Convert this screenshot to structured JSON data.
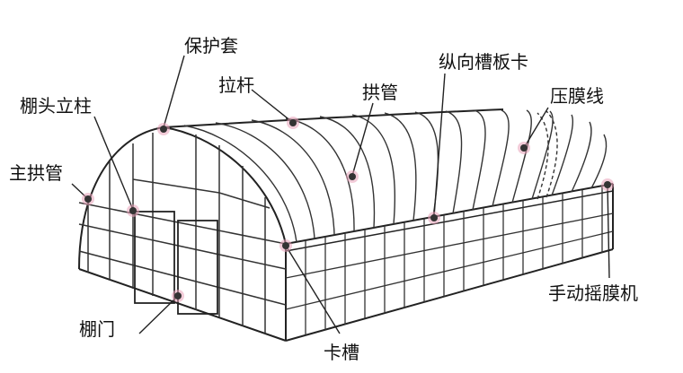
{
  "labels": {
    "protective_sleeve": "保护套",
    "tie_rod": "拉杆",
    "arch_pipe": "拱管",
    "longitudinal_clip": "纵向槽板卡",
    "film_wire": "压膜线",
    "end_column": "棚头立柱",
    "main_arch_pipe": "主拱管",
    "hand_film_roller": "手动摇膜机",
    "shed_door": "棚门",
    "clip_groove": "卡槽"
  },
  "colors": {
    "line": "#222222",
    "marker": "#333333",
    "marker_glow": "#e8a0b8",
    "text": "#111111"
  }
}
